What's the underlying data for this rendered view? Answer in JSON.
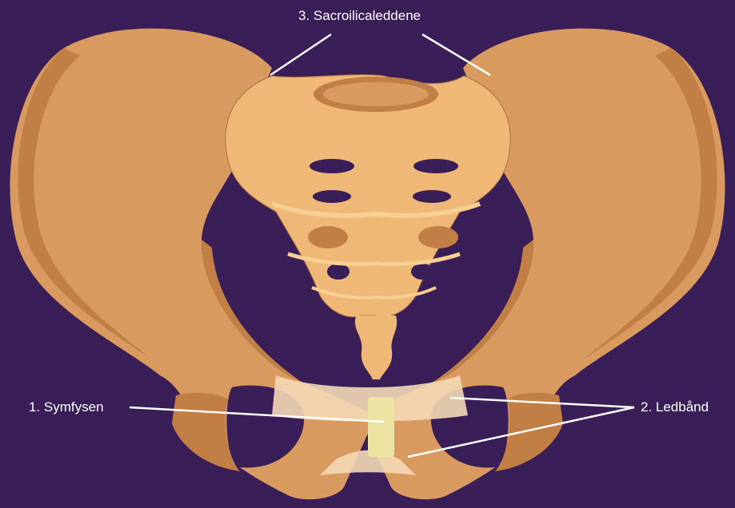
{
  "labels": {
    "sacroiliac": "3. Sacroilicaleddene",
    "symphysis": "1. Symfysen",
    "ligaments": "2. Ledbånd"
  },
  "colors": {
    "background": "#3a1e57",
    "bone_main": "#d99a60",
    "bone_dark": "#c27f45",
    "bone_light": "#f0bb7a",
    "sacrum": "#efb877",
    "sacrum_joint": "#f6cf92",
    "ligament": "#f3d8b6",
    "symphysis_cartilage": "#ede3a3",
    "leader_line": "#ffffff"
  }
}
